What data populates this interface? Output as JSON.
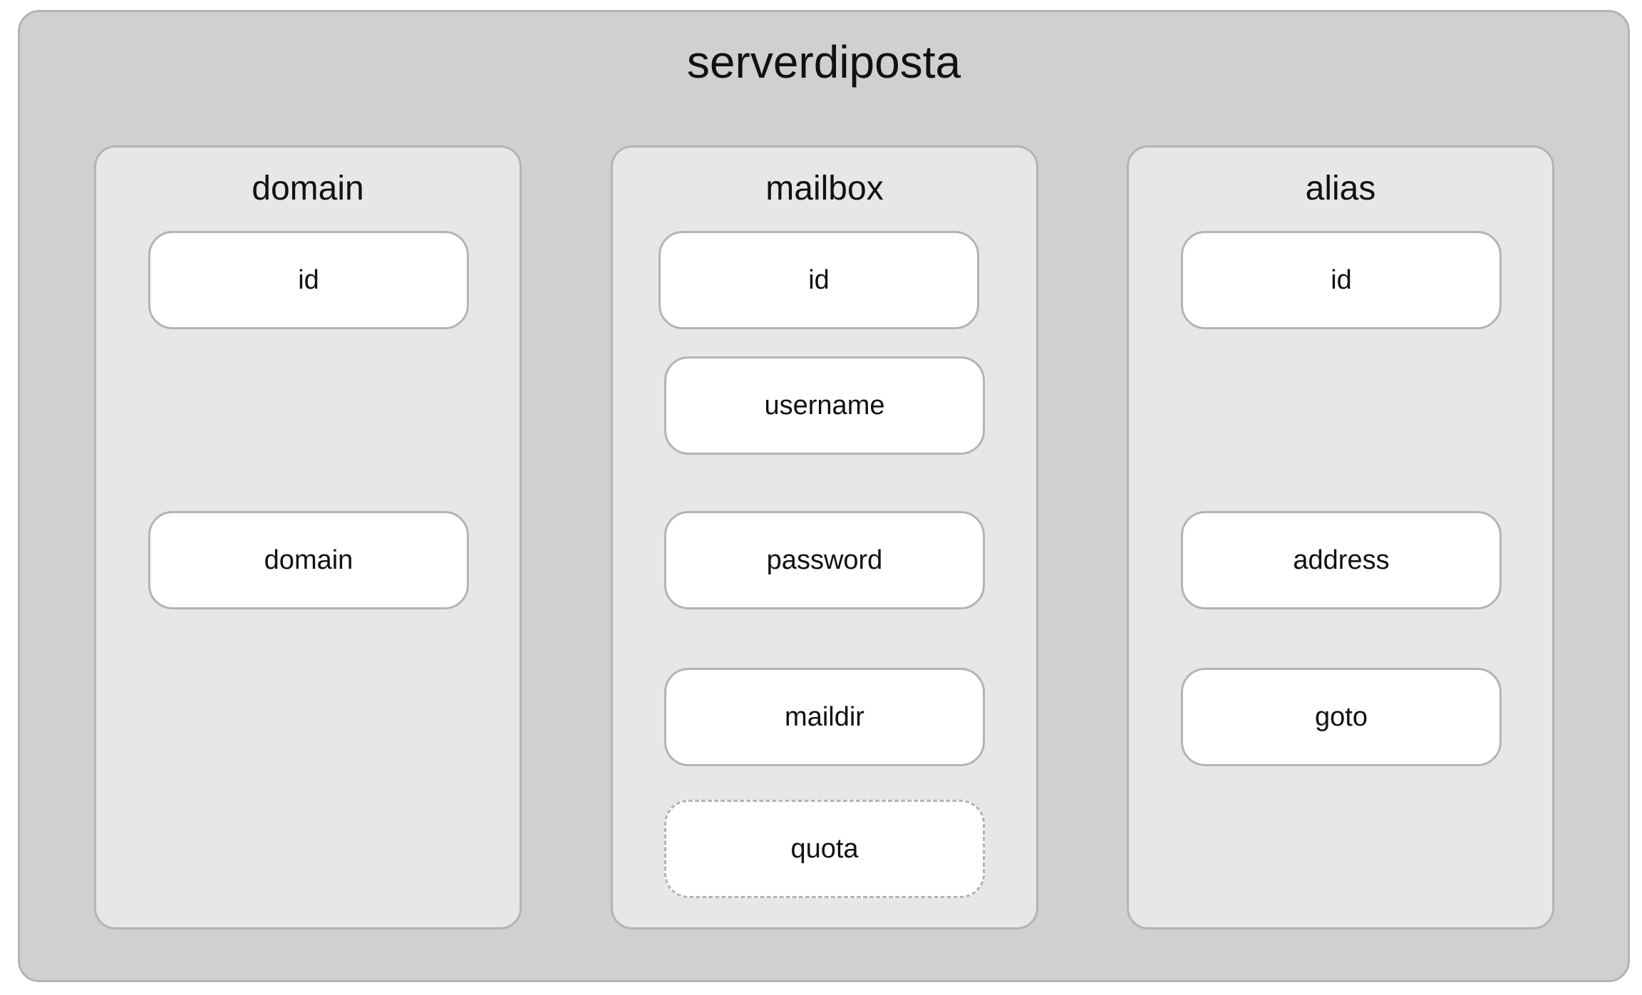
{
  "database": {
    "name": "serverdiposta"
  },
  "tables": {
    "domain": {
      "name": "domain",
      "fields": [
        "id",
        "domain"
      ]
    },
    "mailbox": {
      "name": "mailbox",
      "fields": [
        "id",
        "username",
        "password",
        "maildir",
        "quota"
      ]
    },
    "alias": {
      "name": "alias",
      "fields": [
        "id",
        "address",
        "goto"
      ]
    }
  }
}
